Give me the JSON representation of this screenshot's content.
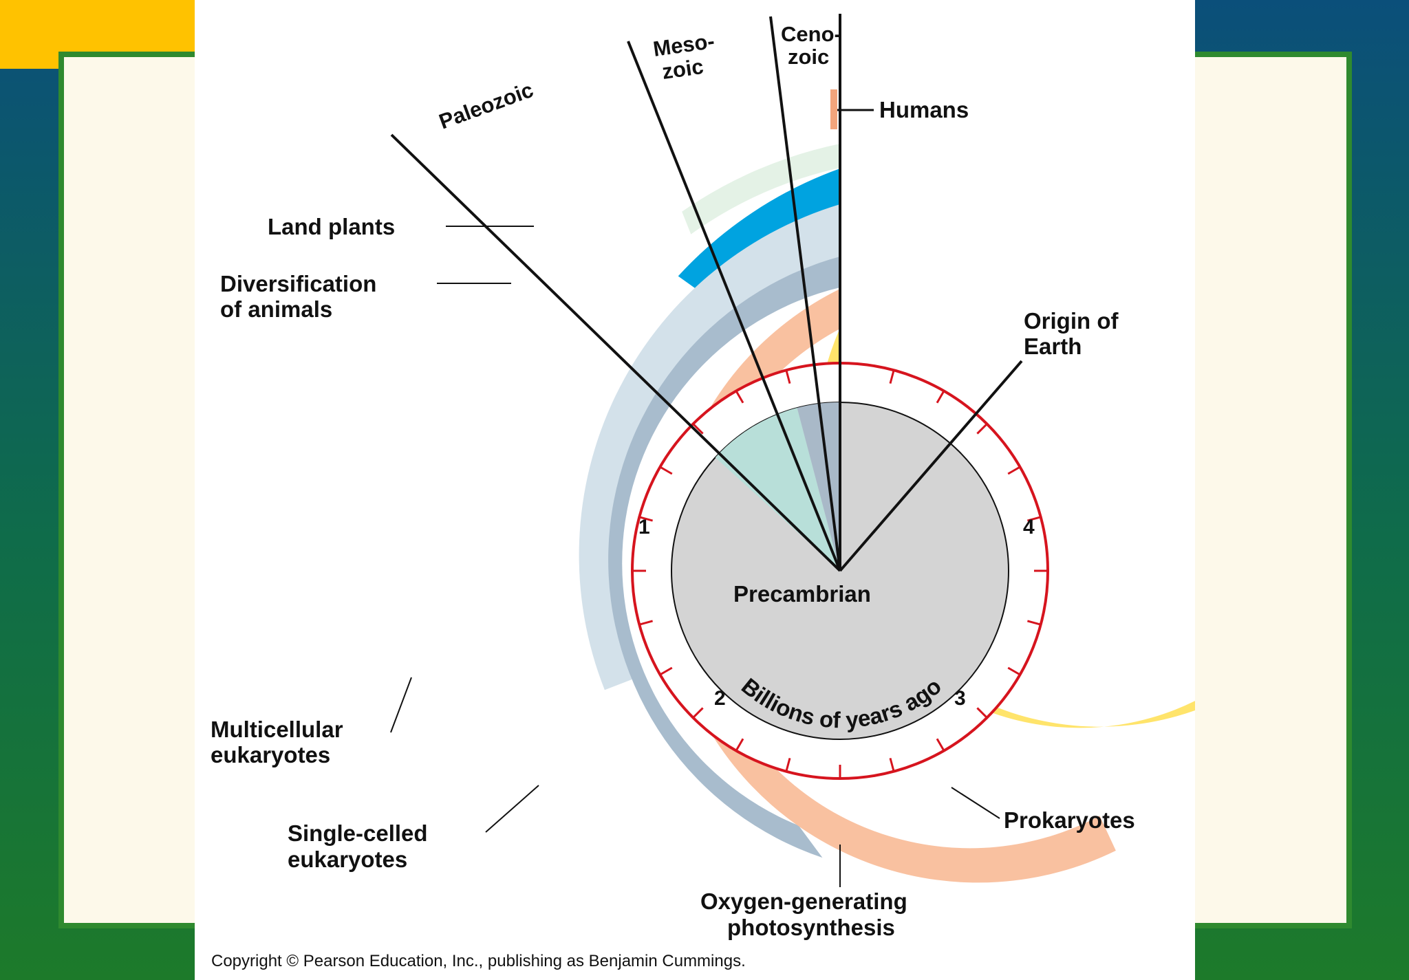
{
  "eras": {
    "paleozoic": "Paleozoic",
    "mesozoic_1": "Meso-",
    "mesozoic_2": "zoic",
    "cenozoic_1": "Ceno-",
    "cenozoic_2": "zoic"
  },
  "labels": {
    "humans": "Humans",
    "land_plants": "Land plants",
    "diversification_1": "Diversification",
    "diversification_2": "of animals",
    "origin_1": "Origin of",
    "origin_2": "Earth",
    "multicellular_1": "Multicellular",
    "multicellular_2": "eukaryotes",
    "single_1": "Single-celled",
    "single_2": "eukaryotes",
    "oxygen_1": "Oxygen-generating",
    "oxygen_2": "photosynthesis",
    "prokaryotes": "Prokaryotes"
  },
  "clock": {
    "center_label": "Precambrian",
    "scale_label": "Billions of years ago",
    "numbers": [
      "1",
      "2",
      "3",
      "4"
    ]
  },
  "copyright": "Copyright © Pearson Education, Inc., publishing as Benjamin Cummings.",
  "colors": {
    "land_plants": "#e4f2e6",
    "animals": "#00a3e0",
    "multicellular": "#d3e1ea",
    "single_celled": "#a8bccd",
    "oxygen": "#f9c1a0",
    "prokaryotes": "#ffe46b",
    "clock_face": "#d4d4d4",
    "paleozoic_sector": "#b8dfd9",
    "meso_sector": "#a9b9c8",
    "tick_ring": "#d6141e",
    "humans_bar": "#f2a57c"
  }
}
